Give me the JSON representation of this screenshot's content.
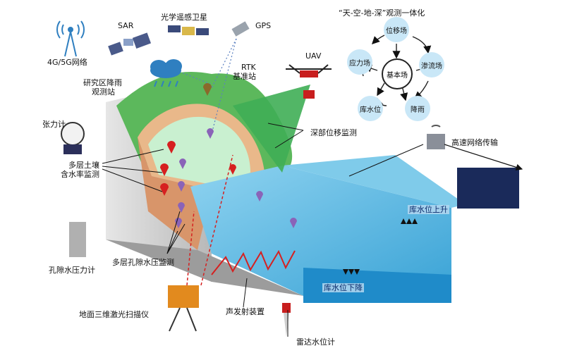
{
  "labels": {
    "network": "4G/5G网络",
    "sar": "SAR",
    "optical_satellite": "光学遥感卫星",
    "gps": "GPS",
    "rain_station_line1": "研究区降雨",
    "rain_station_line2": "观测站",
    "rtk_line1": "RTK",
    "rtk_line2": "基准站",
    "uav": "UAV",
    "tension_meter": "张力计",
    "soil_moisture_line1": "多层土壤",
    "soil_moisture_line2": "含水率监测",
    "pore_pressure_meter": "孔隙水压力计",
    "pore_pressure_monitor": "多层孔隙水压监测",
    "deep_displacement": "深部位移监测",
    "high_speed_network": "高速网络传输",
    "water_rise": "库水位上升",
    "water_fall": "库水位下降",
    "acoustic_device": "声发射装置",
    "laser_scanner": "地面三维激光扫描仪",
    "radar_level": "雷达水位计"
  },
  "cycle": {
    "title": "“天-空-地-深”观测一体化",
    "center": "基本场",
    "nodes": [
      "位移场",
      "渗流场",
      "降雨",
      "库水位",
      "应力场"
    ]
  },
  "colors": {
    "water": "#4fb4dd",
    "slope_green": "#5cb85c",
    "soil": "#e7b98a",
    "rock": "#c9c9c9",
    "marker_red": "#d62020",
    "marker_purple": "#8a63b8",
    "cycle_node": "#c9e7f7"
  },
  "icons": [
    "signal-tower-icon",
    "satellite-icon",
    "rain-cloud-icon",
    "drone-icon",
    "marker-icon",
    "laser-scanner-icon",
    "radar-gauge-icon",
    "network-5g-icon"
  ]
}
